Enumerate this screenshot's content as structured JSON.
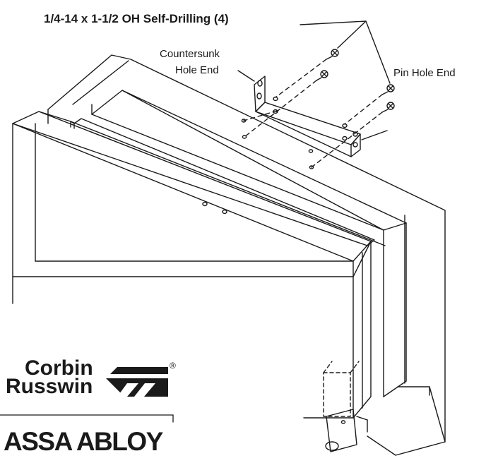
{
  "callouts": {
    "screw_spec": "1/4-14 x 1-1/2 OH Self-Drilling (4)",
    "countersunk_line1": "Countersunk",
    "countersunk_line2": "Hole End",
    "pin_hole_end": "Pin Hole End"
  },
  "brand": {
    "name_line1": "Corbin",
    "name_line2": "Russwin",
    "registered_mark": "®",
    "parent_company": "ASSA ABLOY"
  },
  "colors": {
    "line": "#1a1a1a",
    "background": "#ffffff"
  },
  "icons": [
    "screw-icon",
    "mounting-bracket-icon",
    "brand-logo-stripes-icon"
  ]
}
